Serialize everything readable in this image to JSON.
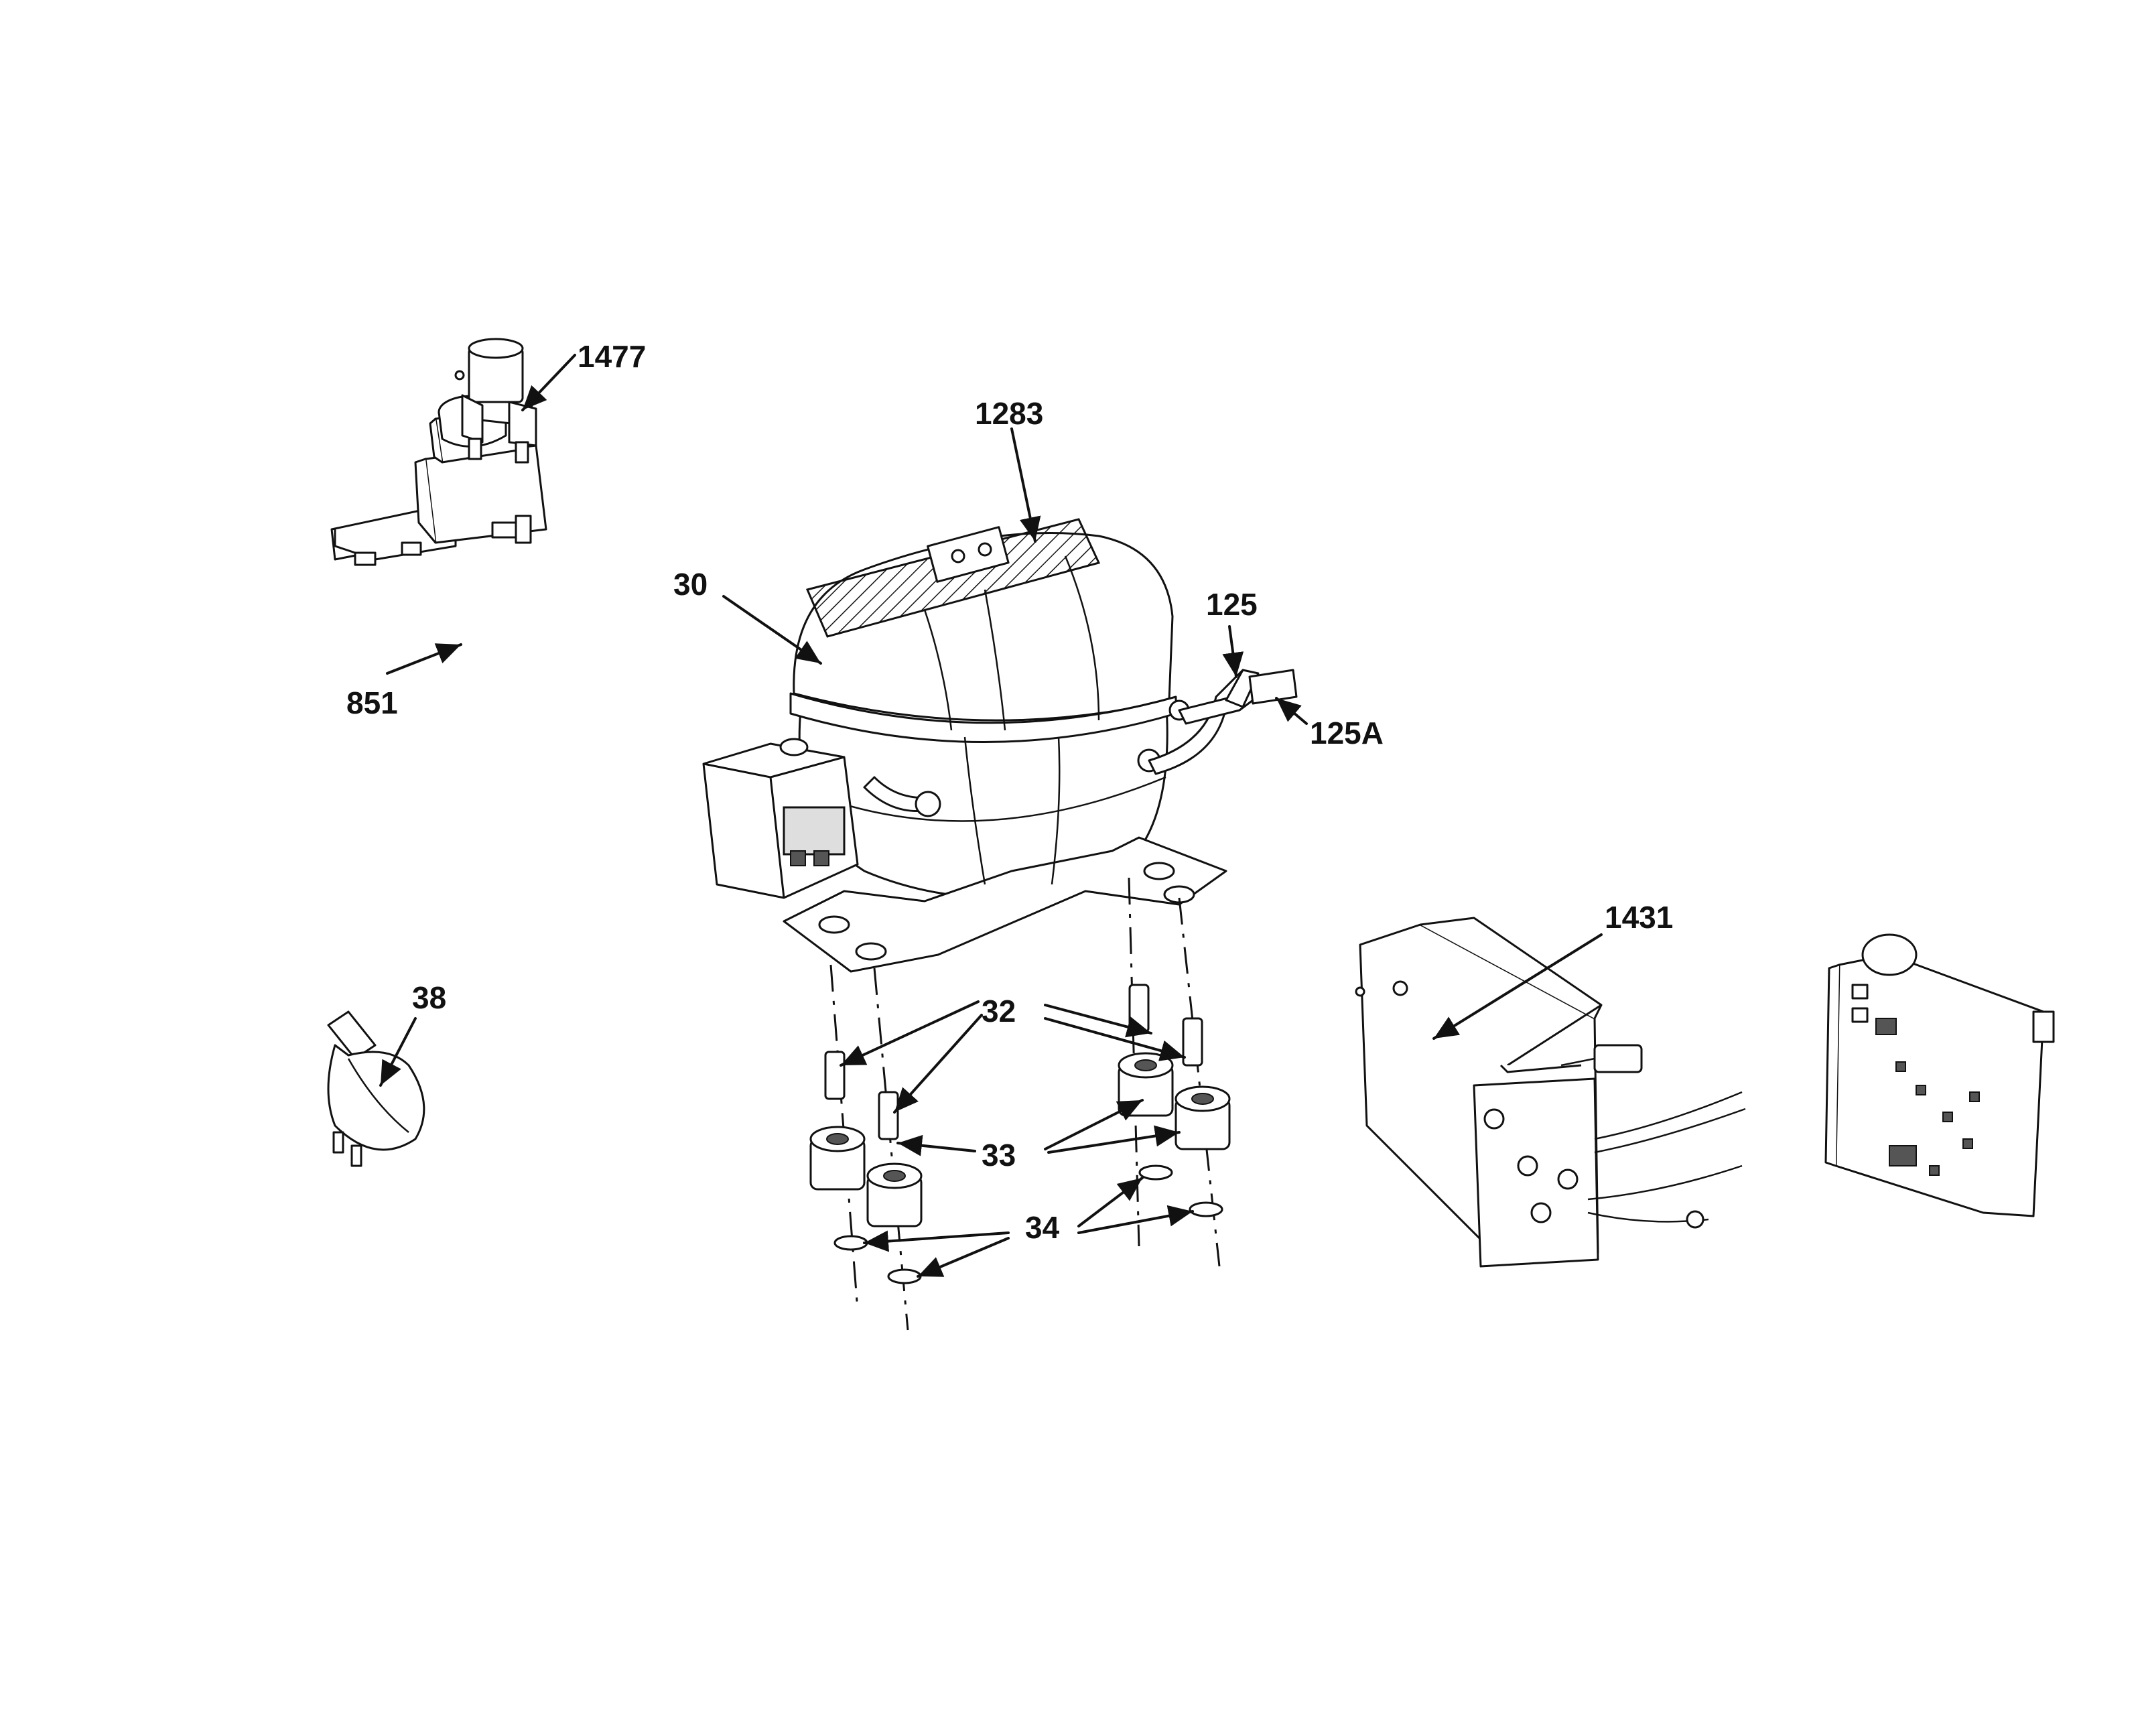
{
  "labels": {
    "l1477": "1477",
    "l1283": "1283",
    "l30": "30",
    "l125": "125",
    "l125A": "125A",
    "l851": "851",
    "l1431": "1431",
    "l38": "38",
    "l32": "32",
    "l33": "33",
    "l34": "34"
  }
}
